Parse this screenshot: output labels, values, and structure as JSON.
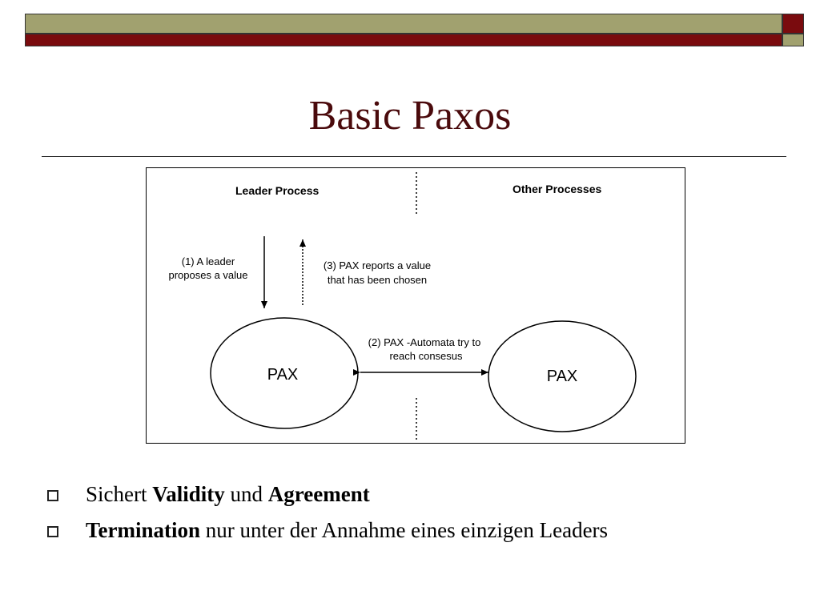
{
  "slide": {
    "title": "Basic Paxos"
  },
  "diagram": {
    "leader_header": "Leader Process",
    "other_header": "Other Processes",
    "step1_line1": "(1) A leader",
    "step1_line2": "proposes a value",
    "step3_line1": "(3) PAX reports a value",
    "step3_line2": "that has been chosen",
    "step2_line1": "(2) PAX -Automata try to",
    "step2_line2": "reach consesus",
    "pax_left": "PAX",
    "pax_right": "PAX"
  },
  "bullets": [
    {
      "parts": [
        "Sichert ",
        "Validity",
        " und ",
        "Agreement"
      ]
    },
    {
      "parts": [
        "Termination",
        " nur unter der Annahme eines einzigen Leaders"
      ]
    }
  ],
  "colors": {
    "olive": "#a1a16f",
    "maroon": "#7a0b0e",
    "title": "#4a0a0c"
  }
}
